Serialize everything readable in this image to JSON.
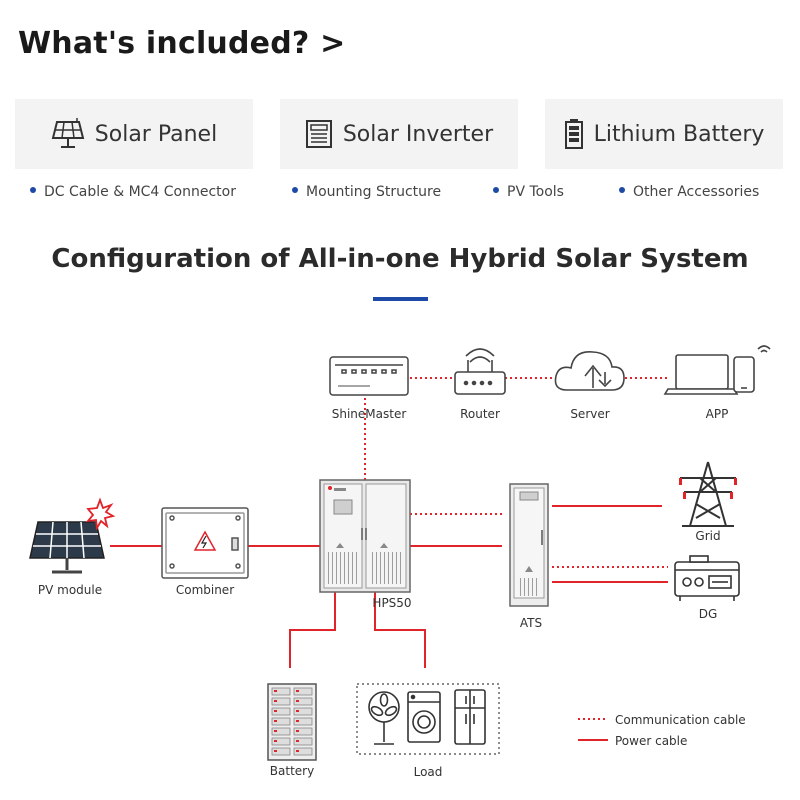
{
  "header": {
    "title": "What's included? >"
  },
  "included": [
    {
      "label": "Solar Panel",
      "icon": "solar-panel-icon"
    },
    {
      "label": "Solar Inverter",
      "icon": "inverter-icon"
    },
    {
      "label": "Lithium Battery",
      "icon": "battery-icon"
    }
  ],
  "accessories": [
    "DC Cable & MC4 Connector",
    "Mounting Structure",
    "PV Tools",
    "Other Accessories"
  ],
  "diagram": {
    "title": "Configuration of All-in-one Hybrid Solar System",
    "labels": {
      "shinemaster": "ShineMaster",
      "router": "Router",
      "server": "Server",
      "app": "APP",
      "pv_module": "PV module",
      "combiner": "Combiner",
      "hps50": "HPS50",
      "ats": "ATS",
      "grid": "Grid",
      "dg": "DG",
      "battery": "Battery",
      "load": "Load"
    },
    "legend": {
      "communication": "Communication cable",
      "power": "Power cable"
    }
  },
  "colors": {
    "accent": "#1c4aa6",
    "cable": "#e0242a",
    "icon": "#444444"
  }
}
